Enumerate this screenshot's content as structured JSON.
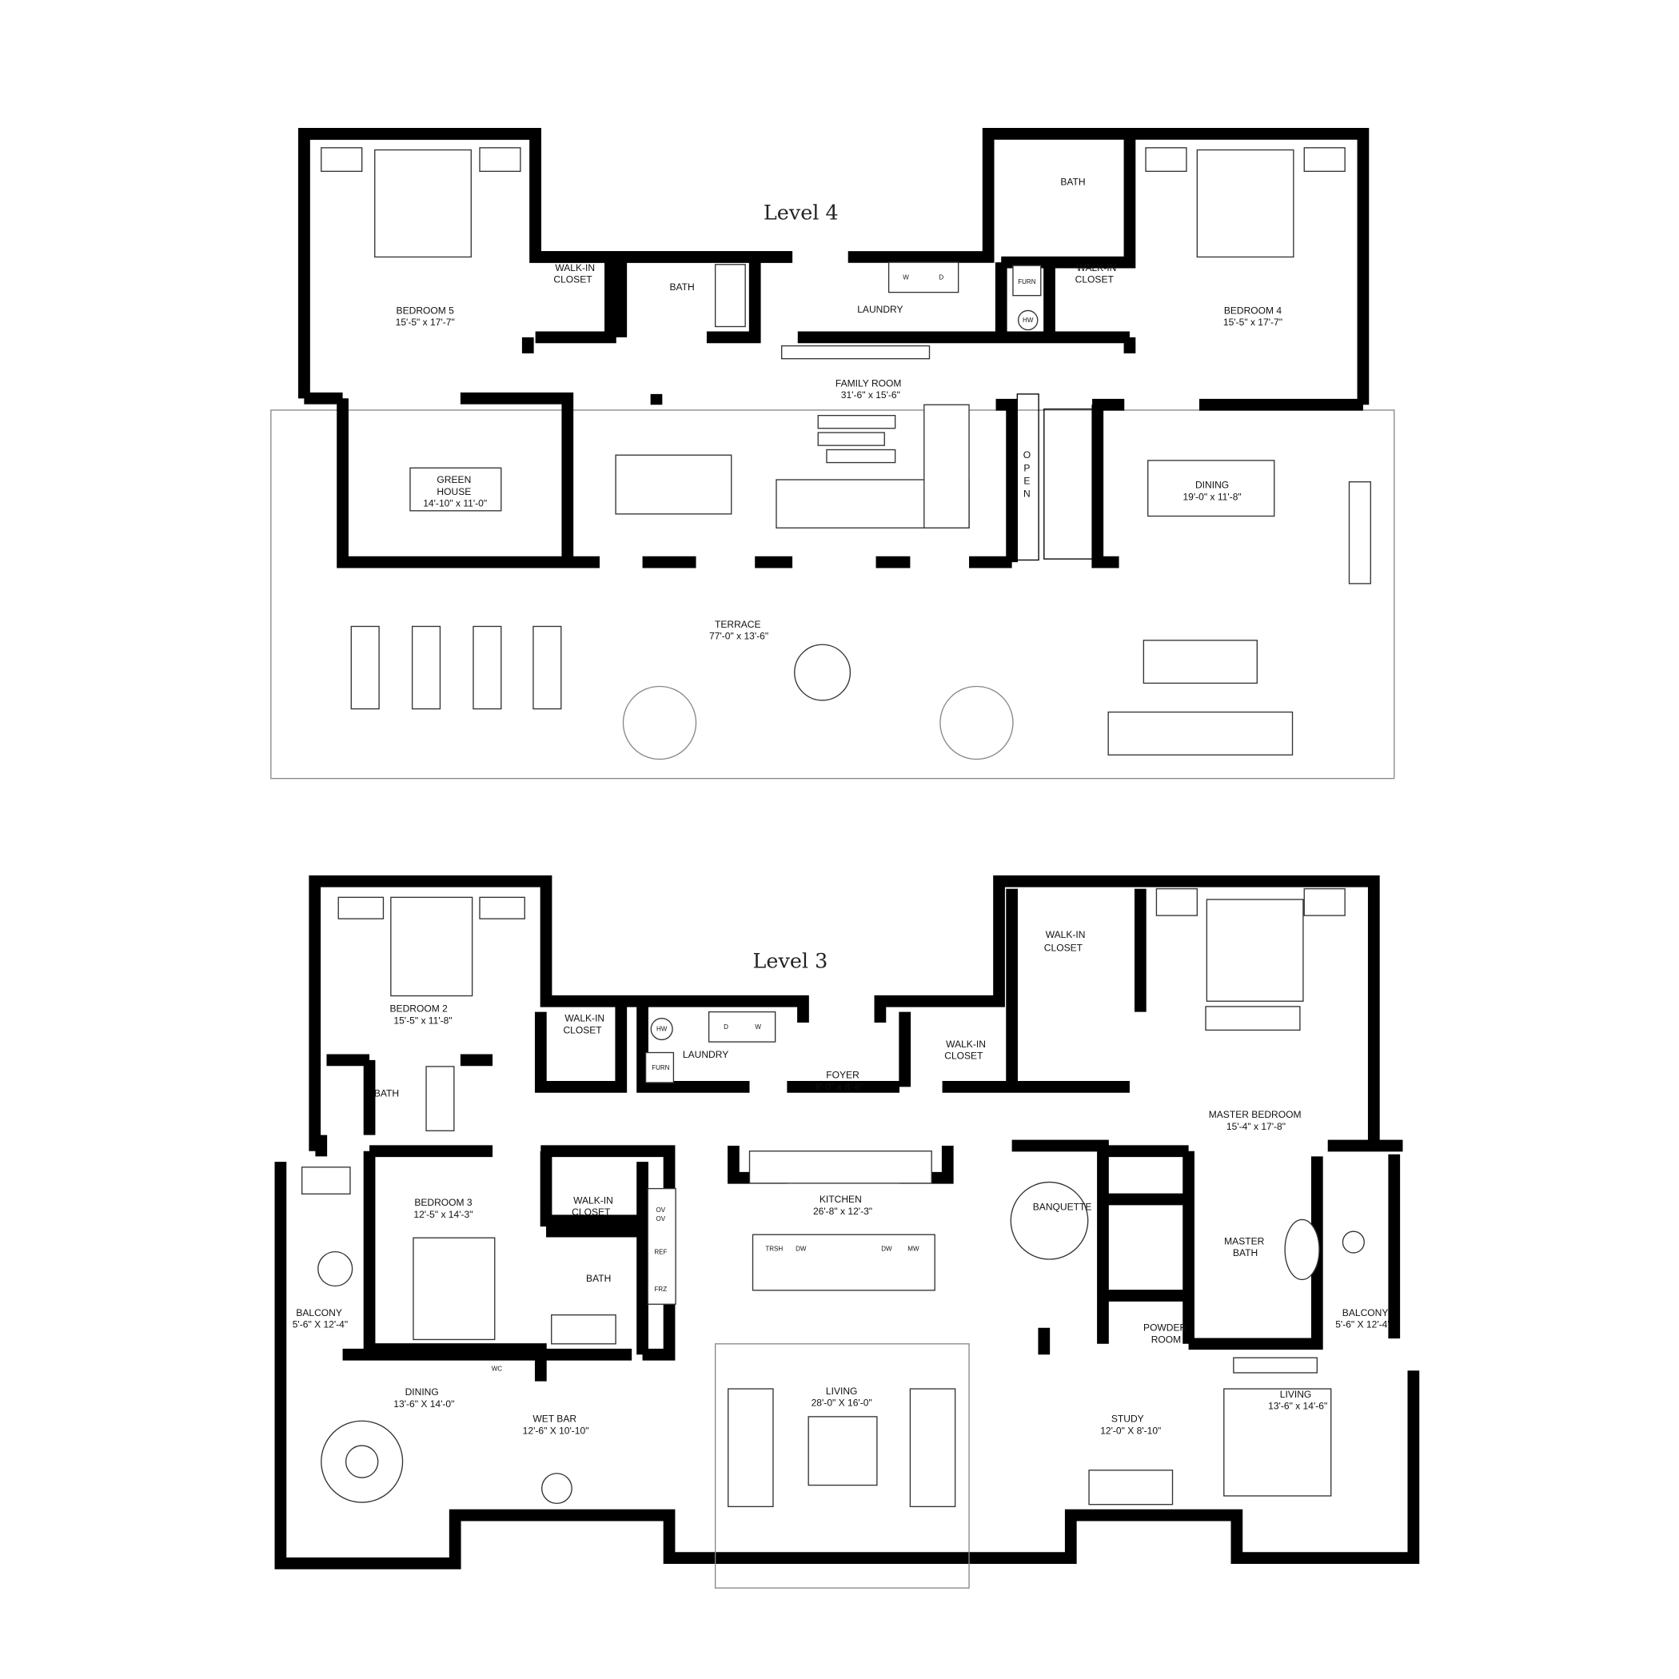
{
  "levels": {
    "level4": {
      "title": "Level 4",
      "rooms": {
        "bedroom5": {
          "name": "BEDROOM 5",
          "size": "15'-5\" x 17'-7\""
        },
        "walkin1": {
          "name1": "WALK-IN",
          "name2": "CLOSET"
        },
        "bath1": {
          "name": "BATH"
        },
        "laundry": {
          "name": "LAUNDRY"
        },
        "bath2": {
          "name": "BATH"
        },
        "walkin2": {
          "name1": "WALK-IN",
          "name2": "CLOSET"
        },
        "bedroom4": {
          "name": "BEDROOM 4",
          "size": "15'-5\" x 17'-7\""
        },
        "family": {
          "name": "FAMILY ROOM",
          "size": "31'-6\" x 15'-6\""
        },
        "greenhouse": {
          "name1": "GREEN",
          "name2": "HOUSE",
          "size": "14'-10\" x 11'-0\""
        },
        "dining": {
          "name": "DINING",
          "size": "19'-0\" x 11'-8\""
        },
        "terrace": {
          "name": "TERRACE",
          "size": "77'-0\" x 13'-6\""
        }
      },
      "fixtures": {
        "w": "W",
        "d": "D",
        "furn": "FURN",
        "hw": "HW",
        "open": [
          "O",
          "P",
          "E",
          "N"
        ]
      }
    },
    "level3": {
      "title": "Level 3",
      "rooms": {
        "bedroom2": {
          "name": "BEDROOM 2",
          "size": "15'-5\" x 11'-8\""
        },
        "walkin1": {
          "name1": "WALK-IN",
          "name2": "CLOSET"
        },
        "laundry": {
          "name": "LAUNDRY"
        },
        "foyer": {
          "name": "FOYER",
          "size": "8'-0\" x 8'-6\""
        },
        "walkin2": {
          "name1": "WALK-IN",
          "name2": "CLOSET"
        },
        "walkin3": {
          "name1": "WALK-IN",
          "name2": "CLOSET"
        },
        "master": {
          "name": "MASTER BEDROOM",
          "size": "15'-4\" x 17'-8\""
        },
        "bath1": {
          "name": "BATH"
        },
        "bedroom3": {
          "name": "BEDROOM 3",
          "size": "12'-5\" x 14'-3\""
        },
        "walkin4": {
          "name1": "WALK-IN",
          "name2": "CLOSET"
        },
        "bath2": {
          "name": "BATH"
        },
        "kitchen": {
          "name": "KITCHEN",
          "size": "26'-8\" x 12'-3\""
        },
        "banquette": {
          "name": "BANQUETTE"
        },
        "masterbath": {
          "name1": "MASTER",
          "name2": "BATH"
        },
        "powder": {
          "name1": "POWDER",
          "name2": "ROOM"
        },
        "balconyL": {
          "name": "BALCONY",
          "size": "5'-6\" X 12'-4\""
        },
        "balconyR": {
          "name": "BALCONY",
          "size": "5'-6\" X 12'-4\""
        },
        "dining": {
          "name": "DINING",
          "size": "13'-6\" X 14'-0\""
        },
        "wetbar": {
          "name": "WET BAR",
          "size": "12'-6\" X 10'-10\""
        },
        "living": {
          "name": "LIVING",
          "size": "28'-0\" X 16'-0\""
        },
        "study": {
          "name": "STUDY",
          "size": "12'-0\" X 8'-10\""
        },
        "living2": {
          "name": "LIVING",
          "size": "13'-6\" x 14'-6\""
        }
      },
      "fixtures": {
        "hw": "HW",
        "furn": "FURN",
        "d": "D",
        "w": "W",
        "wc": "WC",
        "ov": "OV",
        "ref": "REF",
        "frz": "FRZ",
        "island": [
          "TRSH",
          "DW",
          "DW",
          "MW"
        ]
      }
    }
  }
}
